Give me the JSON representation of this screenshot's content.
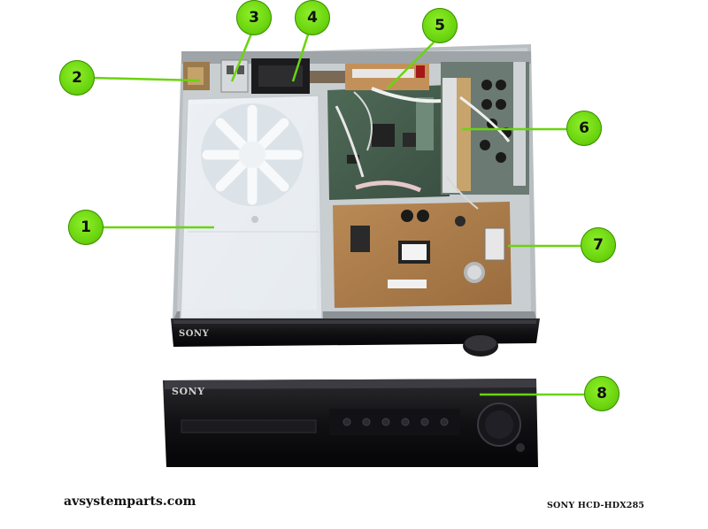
{
  "callouts": [
    {
      "label": "1"
    },
    {
      "label": "2"
    },
    {
      "label": "3"
    },
    {
      "label": "4"
    },
    {
      "label": "5"
    },
    {
      "label": "6"
    },
    {
      "label": "7"
    },
    {
      "label": "8"
    }
  ],
  "brand": {
    "chassis_logo": "SONY",
    "panel_logo": "SONY"
  },
  "footer": {
    "website": "avsystemparts.com",
    "model": "SONY HCD-HDX285"
  },
  "colors": {
    "callout_fill": "#6ad40e",
    "leader_line": "#6ad40e"
  }
}
